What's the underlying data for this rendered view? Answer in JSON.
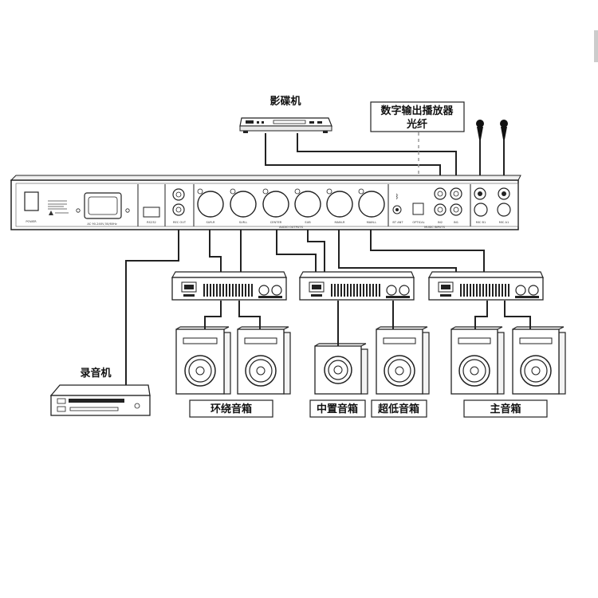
{
  "labels": {
    "dvd_player": "影碟机",
    "digital_player_line1": "数字输出播放器",
    "digital_player_line2": "光纤",
    "recorder": "录音机",
    "surround_speakers": "环绕音箱",
    "center_speaker": "中置音箱",
    "subwoofer": "超低音箱",
    "main_speakers": "主音箱"
  },
  "panel_labels": {
    "power": "POWER",
    "ac_input": "AC 90-240V,50/60Hz",
    "rs232": "RS232",
    "rec_out": "REC OUT",
    "sur_r": "SUR-R",
    "sur_l": "SUR-L",
    "center": "CENTER",
    "sub": "SUB",
    "main_r": "MAIN-R",
    "main_l": "MAIN-L",
    "audio_outputs": "AUDIO OUTPUTS",
    "bt_ant": "BT ANT",
    "optical": "OPTICAL",
    "in2": "IN2",
    "in1": "IN1",
    "music_inputs": "MUSIC INPUTS",
    "mic_b1": "MIC B1",
    "mic_a1": "MIC A1"
  }
}
